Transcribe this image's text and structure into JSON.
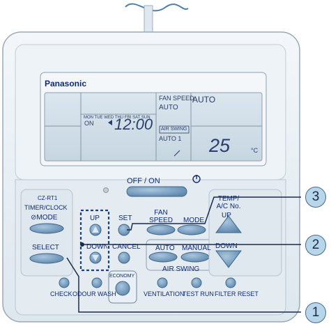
{
  "brand": "Panasonic",
  "model": "CZ-RT1",
  "lcd": {
    "days": "MON TUE WED THU FRI SAT SUN",
    "on": "ON",
    "time": "12:00",
    "fan_speed_label": "FAN SPEED",
    "fan_speed_value": "AUTO",
    "mode_value": "AUTO",
    "air_swing_label": "AIR SWING",
    "air_swing_value": "AUTO 1",
    "temperature": "25",
    "unit": "°C"
  },
  "buttons": {
    "off_on": "OFF / ON",
    "timer_clock": "TIMER/CLOCK",
    "timer_mode": "MODE",
    "select": "SELECT",
    "up": "UP",
    "down": "DOWN",
    "set": "SET",
    "cancel": "CANCEL",
    "fan_speed": "FAN SPEED",
    "mode": "MODE",
    "auto": "AUTO",
    "manual": "MANUAL",
    "air_swing": "AIR SWING",
    "temp_ac_no": "TEMP/ A/C No.",
    "temp_up": "UP",
    "temp_down": "DOWN",
    "economy": "ECONOMY",
    "check": "CHECK",
    "odour_wash": "ODOUR WASH",
    "ventilation": "VENTILATION",
    "test_run": "TEST RUN",
    "filter_reset": "FILTER RESET"
  },
  "callouts": [
    "1",
    "2",
    "3"
  ],
  "colors": {
    "panel": "#e7eef3",
    "lcd": "#cfdde6",
    "button_blue": "#6f99bd",
    "callout": "#b7d6ea",
    "text": "#0d2a73"
  }
}
